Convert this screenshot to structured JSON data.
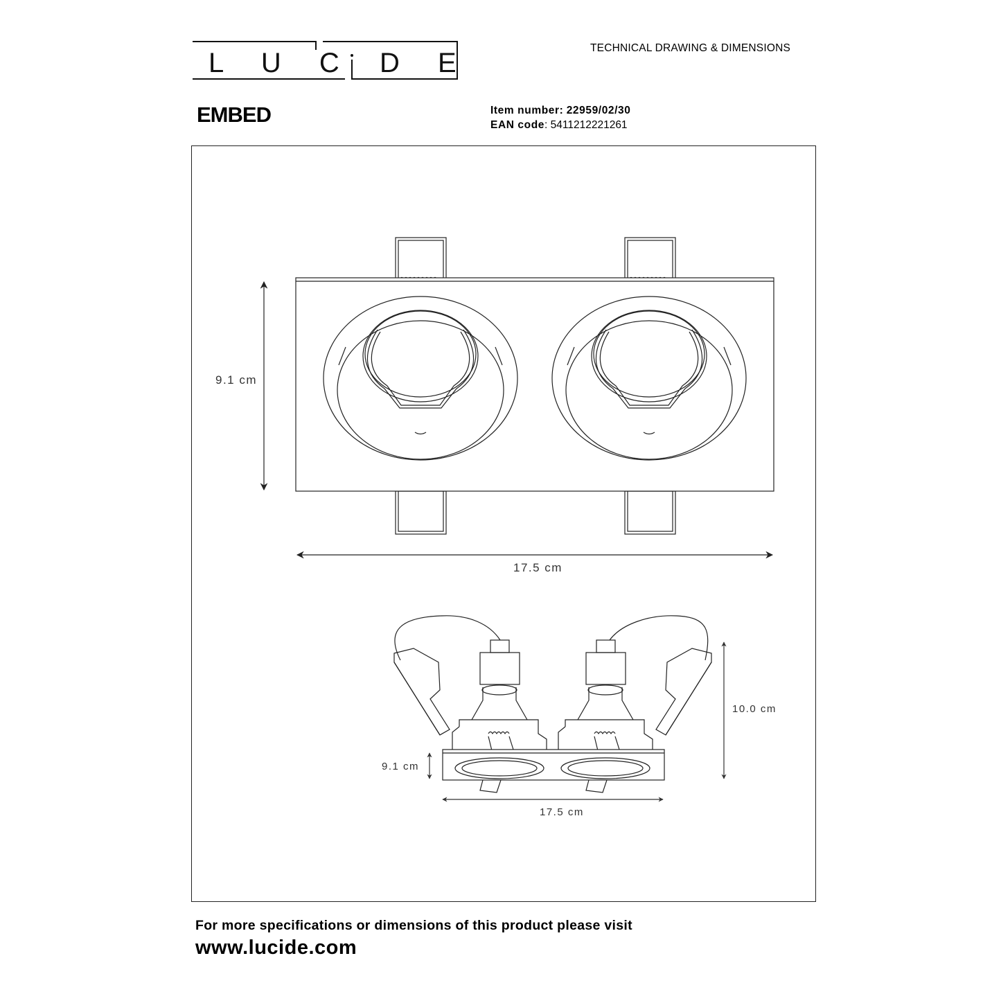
{
  "header": {
    "brand": "LUCIDE",
    "brand_letters": [
      "L",
      "U",
      "C",
      "i",
      "D",
      "E"
    ],
    "doc_type": "TECHNICAL DRAWING & DIMENSIONS"
  },
  "product": {
    "name": "EMBED",
    "item_number_label": "Item number:",
    "item_number": "22959/02/30",
    "ean_label": "EAN code",
    "ean_sep": ":",
    "ean": "5411212221261"
  },
  "top_view": {
    "height_label": "9.1 cm",
    "width_label": "17.5 cm"
  },
  "side_view": {
    "height_small_label": "9.1 cm",
    "width_label": "17.5 cm",
    "total_height_label": "10.0 cm"
  },
  "footer": {
    "note": "For more specifications or dimensions of this product please visit",
    "url": "www.lucide.com"
  },
  "colors": {
    "line": "#222222",
    "dim_text": "#333333",
    "background": "#ffffff"
  }
}
